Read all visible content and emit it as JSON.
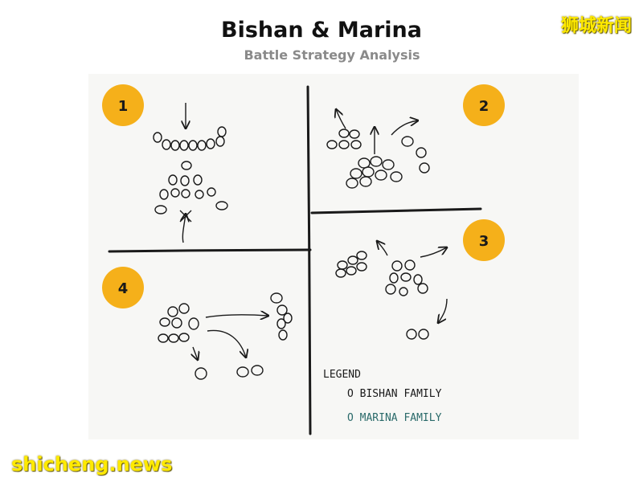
{
  "title": "Bishan & Marina",
  "subtitle": "Battle Strategy Analysis",
  "watermarks": {
    "top_right": "狮城新闻",
    "bottom_left": "shicheng.news"
  },
  "badges": {
    "q1": "1",
    "q2": "2",
    "q3": "3",
    "q4": "4"
  },
  "legend": {
    "heading": "LEGEND",
    "bishan": "O BISHAN FAMILY",
    "marina": "O MARINA FAMILY"
  },
  "colors": {
    "badge": "#f5b01a",
    "ink": "#1a1a1a",
    "marina_ink": "#2a6a6a",
    "watermark": "#ffea00"
  }
}
